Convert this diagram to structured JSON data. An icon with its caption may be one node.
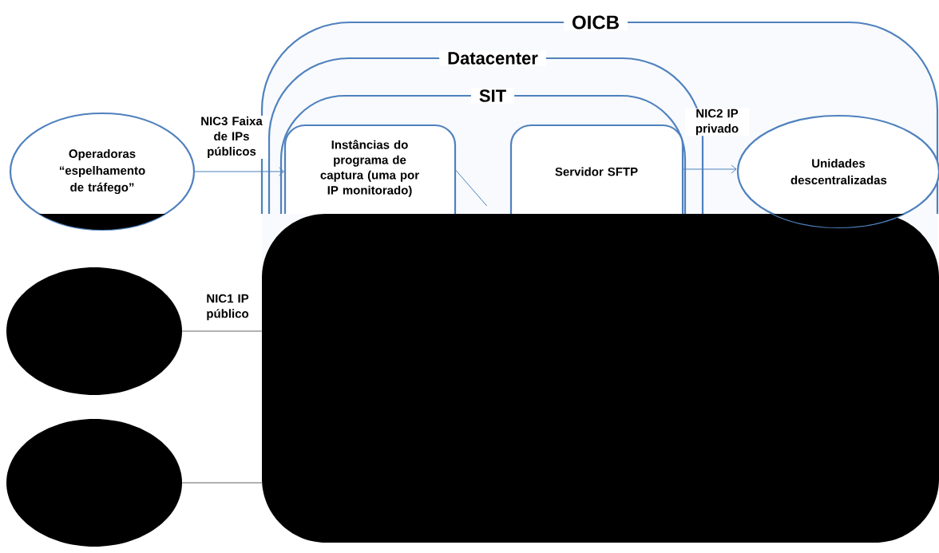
{
  "diagram": {
    "nodes": [
      {
        "text": [
          "OICB"
        ]
      },
      {
        "text": [
          "Datacenter"
        ],
        "in": 0
      },
      {
        "text": [
          "SIT"
        ],
        "in": 1
      },
      {
        "text": [
          "Instâncias do programa de captura (uma por IP monitorado)"
        ],
        "in": 2
      },
      {
        "text": [
          "Servidor SFTP"
        ],
        "in": 2
      },
      {
        "text": [
          "Operadoras “espelhamento de tráfego”"
        ]
      },
      {
        "text": [
          "Unidades descentralizadas"
        ],
        "in": 0
      },
      {
        "text": [],
        "shape": "circle"
      },
      {
        "text": [],
        "shape": "circle"
      }
    ],
    "edges": [
      {
        "from": 5,
        "to": 3,
        "arrow": "to",
        "label": "NIC3 Faixa de IPs públicos"
      },
      {
        "from": 4,
        "to": 6,
        "arrow": "to",
        "label": "NIC2 IP privado"
      },
      {
        "from": 3,
        "to": null,
        "arrow": "none"
      },
      {
        "from": 7,
        "to": 0,
        "arrow": "none",
        "label": "NIC1 IP público"
      },
      {
        "from": 8,
        "to": 0,
        "arrow": "none"
      }
    ]
  }
}
